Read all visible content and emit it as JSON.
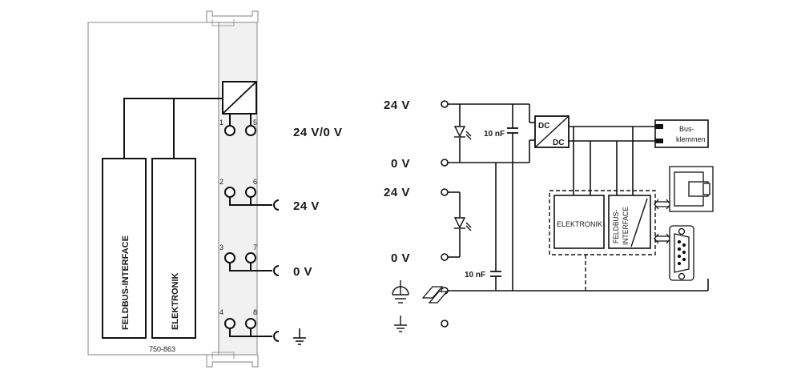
{
  "left_module": {
    "part_number": "750-863",
    "block_fieldbus": "FELDBUS-INTERFACE",
    "block_electronics": "ELEKTRONIK",
    "terminal_numbers": [
      "1",
      "5",
      "2",
      "6",
      "3",
      "7",
      "4",
      "8"
    ],
    "supply_labels": [
      "24 V/0 V",
      "24 V",
      "0 V"
    ]
  },
  "right_schematic": {
    "input_labels": [
      "24 V",
      "0 V",
      "24 V",
      "0 V"
    ],
    "capacitor_labels": [
      "10 nF",
      "10 nF"
    ],
    "converter_top": "DC",
    "converter_bottom": "DC",
    "bus_label_line1": "Bus-",
    "bus_label_line2": "klemmen",
    "block_electronics": "ELEKTRONIK",
    "block_fieldbus_line1": "FELDBUS-",
    "block_fieldbus_line2": "INTERFACE"
  }
}
